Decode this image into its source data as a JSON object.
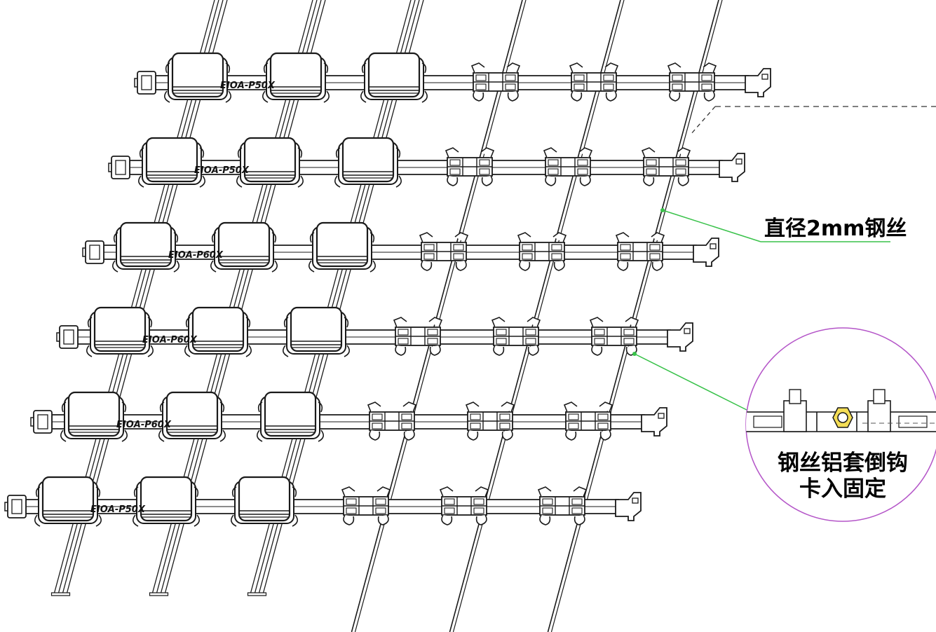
{
  "callouts": {
    "wire": {
      "text": "直径2mm钢丝",
      "leader_color": "#39c24a"
    },
    "inset": {
      "line1": "钢丝铝套倒钩",
      "line2": "卡入固定",
      "circle_color": "#b455c8",
      "leader_color": "#39c24a",
      "nut_color": "#e6c21a"
    }
  },
  "modules": {
    "row_labels": [
      "EIOA-P50X",
      "EIOA-P50X",
      "EIOA-P60X",
      "EIOA-P60X",
      "EIOA-P60X",
      "EIOA-P50X"
    ]
  },
  "structure": {
    "row_count": 6,
    "led_modules_per_row": 3,
    "clip_sets_per_row": 3,
    "steel_wire_count": 3,
    "cable_bundle_count": 3
  },
  "colors": {
    "line": "#1a1a1a",
    "background": "#ffffff"
  }
}
